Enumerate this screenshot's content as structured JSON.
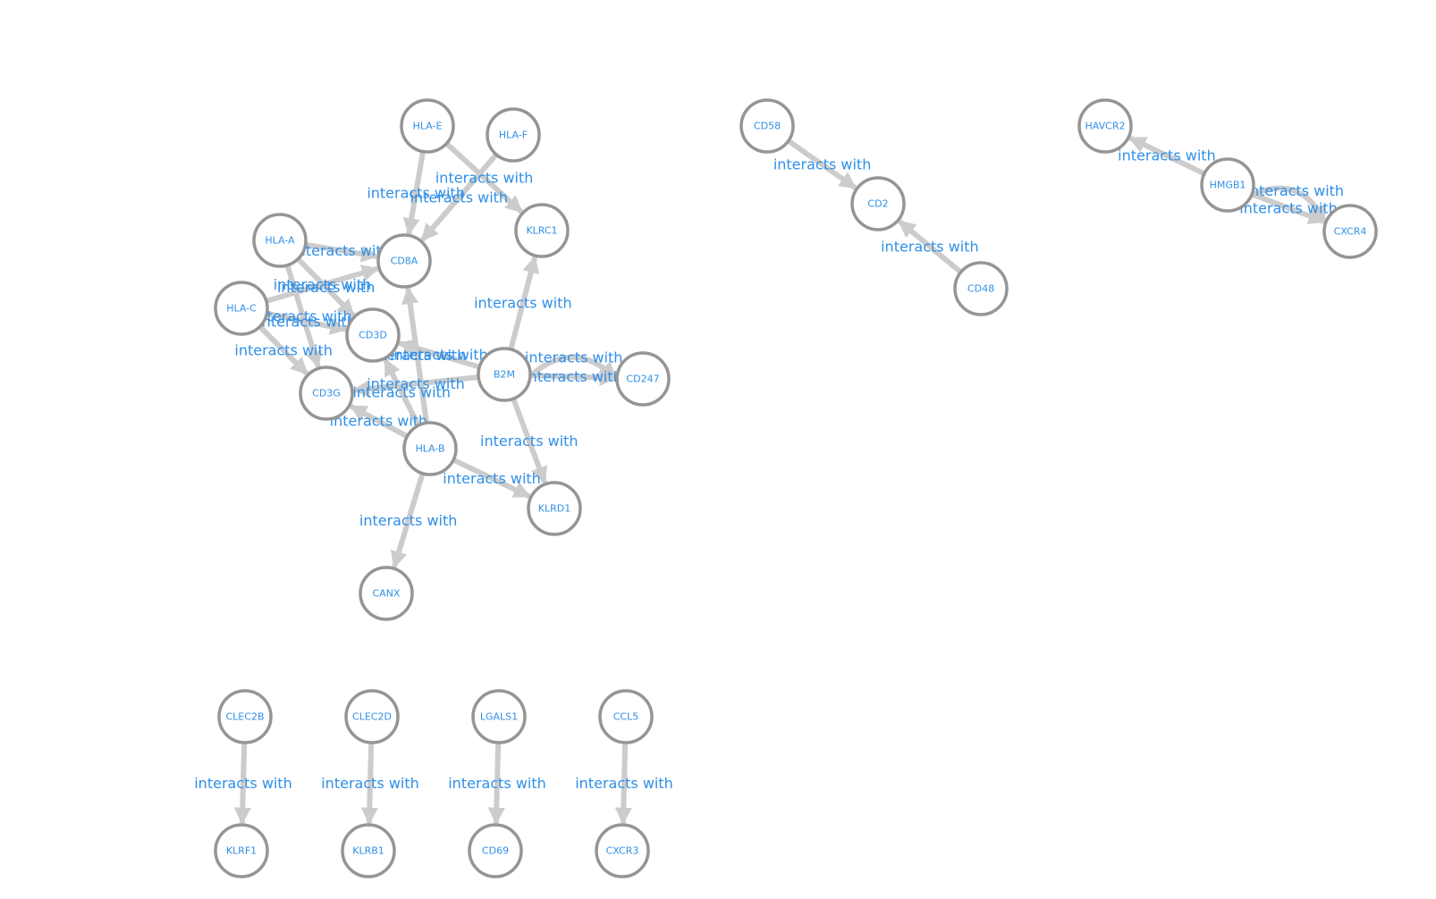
{
  "style": {
    "node_stroke": "#959595",
    "node_fill": "#ffffff",
    "edge_color": "#cccccc",
    "label_color": "#2f8fe8"
  },
  "nodes": [
    {
      "id": "HLA-E",
      "label": "HLA-E"
    },
    {
      "id": "HLA-F",
      "label": "HLA-F"
    },
    {
      "id": "CD58",
      "label": "CD58"
    },
    {
      "id": "HAVCR2",
      "label": "HAVCR2"
    },
    {
      "id": "HLA-A",
      "label": "HLA-A"
    },
    {
      "id": "CD8A",
      "label": "CD8A"
    },
    {
      "id": "KLRC1",
      "label": "KLRC1"
    },
    {
      "id": "CD2",
      "label": "CD2"
    },
    {
      "id": "HMGB1",
      "label": "HMGB1"
    },
    {
      "id": "CXCR4",
      "label": "CXCR4"
    },
    {
      "id": "HLA-C",
      "label": "HLA-C"
    },
    {
      "id": "CD3D",
      "label": "CD3D"
    },
    {
      "id": "CD48",
      "label": "CD48"
    },
    {
      "id": "B2M",
      "label": "B2M"
    },
    {
      "id": "CD247",
      "label": "CD247"
    },
    {
      "id": "CD3G",
      "label": "CD3G"
    },
    {
      "id": "HLA-B",
      "label": "HLA-B"
    },
    {
      "id": "KLRD1",
      "label": "KLRD1"
    },
    {
      "id": "CANX",
      "label": "CANX"
    },
    {
      "id": "CLEC2B",
      "label": "CLEC2B"
    },
    {
      "id": "CLEC2D",
      "label": "CLEC2D"
    },
    {
      "id": "LGALS1",
      "label": "LGALS1"
    },
    {
      "id": "CCL5",
      "label": "CCL5"
    },
    {
      "id": "KLRF1",
      "label": "KLRF1"
    },
    {
      "id": "KLRB1",
      "label": "KLRB1"
    },
    {
      "id": "CD69",
      "label": "CD69"
    },
    {
      "id": "CXCR3",
      "label": "CXCR3"
    }
  ],
  "edges": [
    {
      "source": "HLA-E",
      "target": "CD8A",
      "label": "interacts with"
    },
    {
      "source": "HLA-E",
      "target": "KLRC1",
      "label": "interacts with"
    },
    {
      "source": "HLA-F",
      "target": "CD8A",
      "label": "interacts with"
    },
    {
      "source": "HLA-A",
      "target": "CD8A",
      "label": "interacts with"
    },
    {
      "source": "HLA-A",
      "target": "CD3D",
      "label": "interacts with"
    },
    {
      "source": "HLA-A",
      "target": "CD3G",
      "label": "interacts with"
    },
    {
      "source": "HLA-C",
      "target": "CD8A",
      "label": "interacts with"
    },
    {
      "source": "HLA-C",
      "target": "CD3D",
      "label": "interacts with"
    },
    {
      "source": "HLA-C",
      "target": "CD3G",
      "label": "interacts with"
    },
    {
      "source": "B2M",
      "target": "KLRC1",
      "label": "interacts with"
    },
    {
      "source": "B2M",
      "target": "CD247",
      "label": "interacts with",
      "curved": true
    },
    {
      "source": "B2M",
      "target": "CD247",
      "label": "interacts with"
    },
    {
      "source": "B2M",
      "target": "CD3D",
      "label": "interacts with"
    },
    {
      "source": "B2M",
      "target": "CD3G",
      "label": "interacts with"
    },
    {
      "source": "B2M",
      "target": "KLRD1",
      "label": "interacts with"
    },
    {
      "source": "HLA-B",
      "target": "CD8A",
      "label": "interacts with"
    },
    {
      "source": "HLA-B",
      "target": "CD3D",
      "label": "interacts with"
    },
    {
      "source": "HLA-B",
      "target": "CD3G",
      "label": "interacts with"
    },
    {
      "source": "HLA-B",
      "target": "KLRD1",
      "label": "interacts with"
    },
    {
      "source": "HLA-B",
      "target": "CANX",
      "label": "interacts with"
    },
    {
      "source": "CD58",
      "target": "CD2",
      "label": "interacts with"
    },
    {
      "source": "CD48",
      "target": "CD2",
      "label": "interacts with"
    },
    {
      "source": "HMGB1",
      "target": "HAVCR2",
      "label": "interacts with"
    },
    {
      "source": "HMGB1",
      "target": "CXCR4",
      "label": "interacts with",
      "curved": true
    },
    {
      "source": "HMGB1",
      "target": "CXCR4",
      "label": "interacts with"
    },
    {
      "source": "CLEC2B",
      "target": "KLRF1",
      "label": "interacts with"
    },
    {
      "source": "CLEC2D",
      "target": "KLRB1",
      "label": "interacts with"
    },
    {
      "source": "LGALS1",
      "target": "CD69",
      "label": "interacts with"
    },
    {
      "source": "CCL5",
      "target": "CXCR3",
      "label": "interacts with"
    }
  ]
}
